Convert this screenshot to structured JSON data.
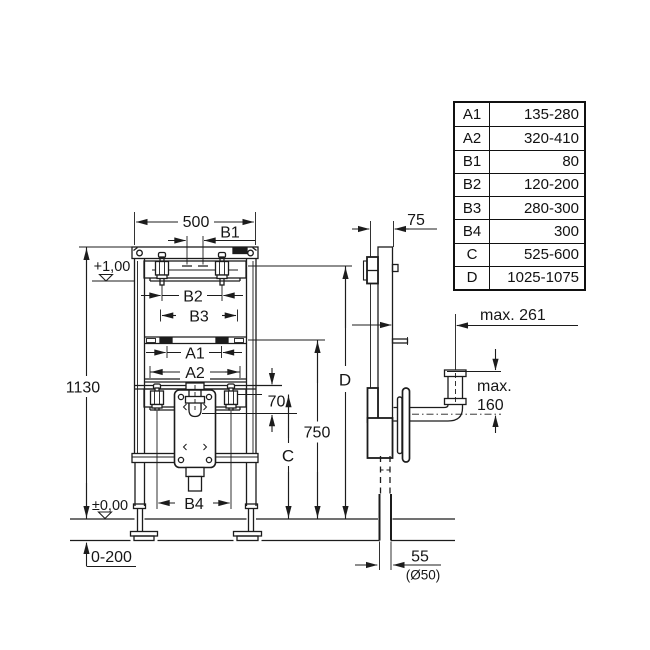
{
  "front_view": {
    "width": "500",
    "b1": "B1",
    "b2": "B2",
    "b3": "B3",
    "a1": "A1",
    "a2": "A2",
    "b4": "B4",
    "upper_level": "+1,00",
    "total_height": "1130",
    "floor_level": "±0,00",
    "floor_range": "0-200",
    "waste_offset": "70",
    "trap_height": "C",
    "rail_height": "750",
    "bolt_height": "D"
  },
  "side_view": {
    "depth": "75",
    "max_reach": "max. 261",
    "max_label": "max.",
    "max_value": "160",
    "outlet_offset": "55",
    "outlet_diameter": "(Ø50)"
  },
  "table": {
    "rows": [
      {
        "label": "A1",
        "value": "135-280"
      },
      {
        "label": "A2",
        "value": "320-410"
      },
      {
        "label": "B1",
        "value": "80"
      },
      {
        "label": "B2",
        "value": "120-200"
      },
      {
        "label": "B3",
        "value": "280-300"
      },
      {
        "label": "B4",
        "value": "300"
      },
      {
        "label": "C",
        "value": "525-600"
      },
      {
        "label": "D",
        "value": "1025-1075"
      }
    ]
  },
  "colors": {
    "line": "#1c1c1c",
    "text": "#161616",
    "background": "#ffffff"
  }
}
